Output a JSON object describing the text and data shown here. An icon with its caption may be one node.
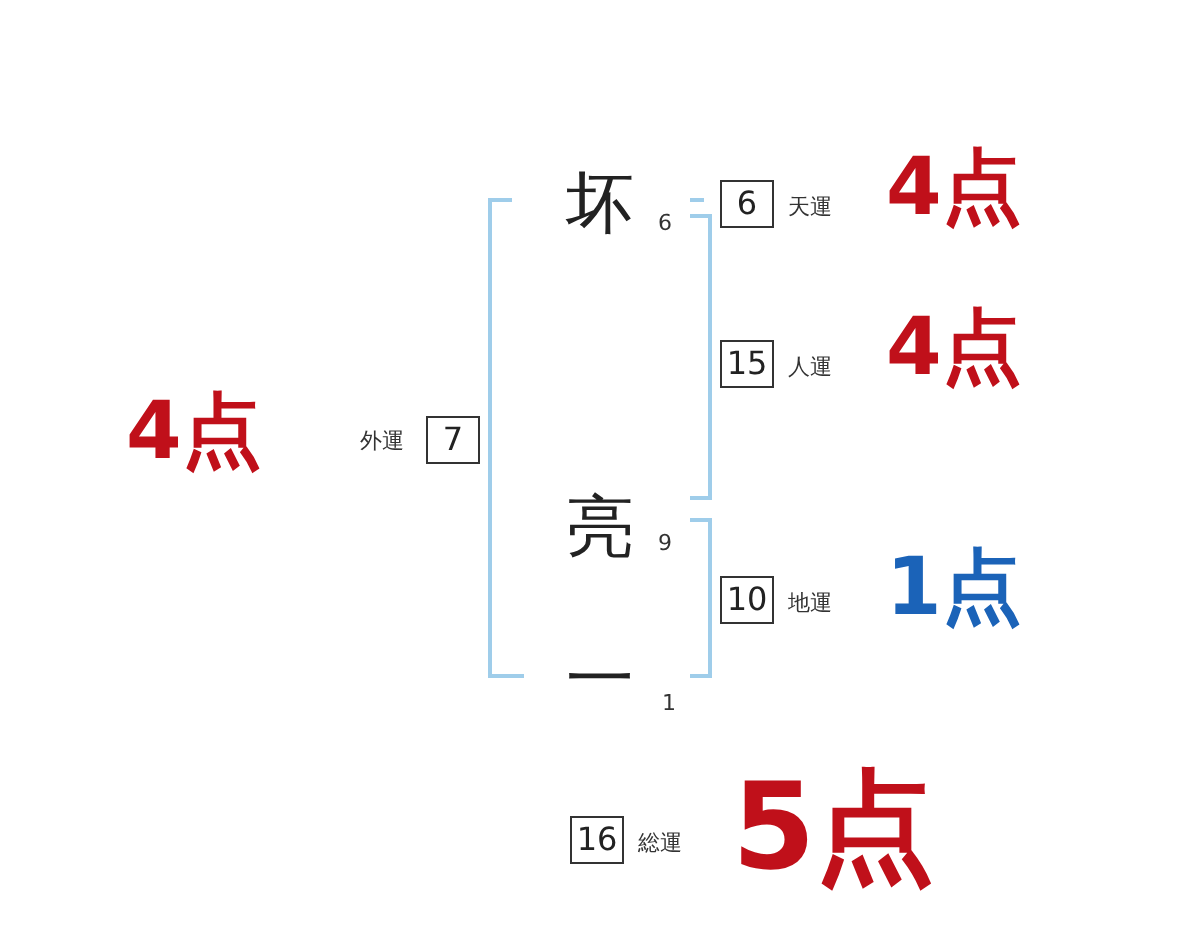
{
  "diagram": {
    "nodes": [
      {
        "text": [
          "6"
        ],
        "beside": [
          "天運",
          "4点"
        ]
      },
      {
        "text": [
          "15"
        ],
        "beside": [
          "人運",
          "4点"
        ]
      },
      {
        "text": [
          "7"
        ],
        "beside": [
          "外運",
          "4点"
        ]
      },
      {
        "text": [
          "10"
        ],
        "beside": [
          "地運",
          "1点"
        ]
      },
      {
        "text": [
          "16"
        ],
        "beside": [
          "総運",
          "5点"
        ]
      }
    ],
    "labels": [
      "坏",
      "6",
      "亮",
      "9",
      "一",
      "1"
    ]
  }
}
